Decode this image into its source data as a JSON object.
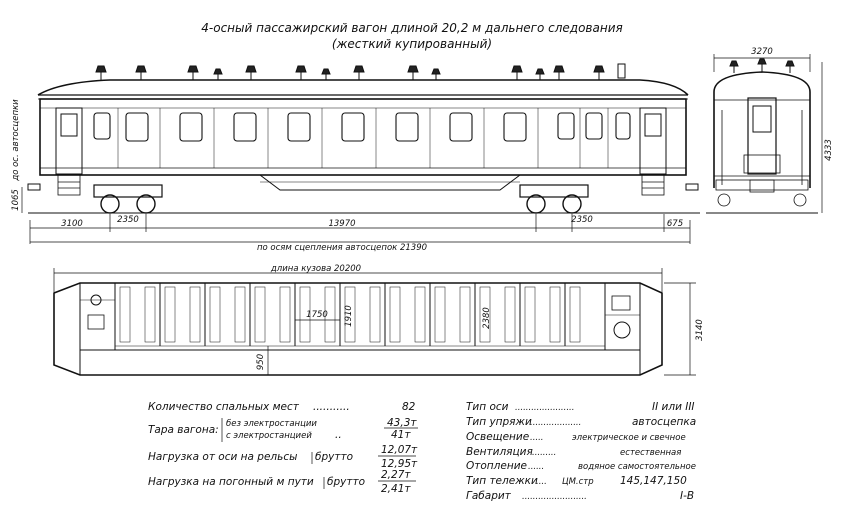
{
  "title": {
    "line1": "4-осный пассажирский вагон длиной 20,2 м дальнего следования",
    "line2": "(жесткий купированный)"
  },
  "side_view": {
    "dims": {
      "height_to_coupler": "1065",
      "coupler_label": "до ос. автосцепки",
      "end_to_bogie": "3100",
      "bogie_base_left": "2350",
      "bogie_centers": "13970",
      "bogie_base_right": "2350",
      "end_overhang": "675",
      "coupling_axes_label": "по осям сцепления автосцепок 21390"
    }
  },
  "end_view": {
    "dims": {
      "width": "3270",
      "height": "4333"
    }
  },
  "plan_view": {
    "dims": {
      "body_length": "длина кузова 20200",
      "compartment_width": "1750",
      "compartment_length": "1910",
      "corridor": "2380",
      "aisle": "950",
      "body_width": "3140"
    }
  },
  "specs_left": [
    {
      "label": "Количество спальных мест",
      "leader": "...........",
      "value": "82"
    },
    {
      "label": "Тара вагона:",
      "sub": "без электростанции",
      "value": "43,3т"
    },
    {
      "sub": "с электростанцией",
      "leader": "..",
      "value": "41т"
    },
    {
      "label": "Нагрузка от оси на рельсы",
      "sub": "брутто",
      "value": "12,07т"
    },
    {
      "value": "12,95т"
    },
    {
      "label": "Нагрузка на погонный м пути",
      "sub": "брутто",
      "value": "2,27т"
    },
    {
      "value": "2,41т"
    }
  ],
  "specs_right": [
    {
      "label": "Тип оси",
      "leader": "......................",
      "value": "II или III"
    },
    {
      "label": "Тип упряжи",
      "leader": "...................",
      "value": "автосцепка"
    },
    {
      "label": "Освещение",
      "leader": ".....",
      "value": "электрическое и свечное"
    },
    {
      "label": "Вентиляция",
      "leader": ".........",
      "value": "естественная"
    },
    {
      "label": "Отопление",
      "leader": "......",
      "value": "водяное самостоятельное"
    },
    {
      "label": "Тип тележки",
      "leader": "....",
      "sub": "ЦМ.стр",
      "value": "145,147,150"
    },
    {
      "label": "Габарит",
      "leader": "........................",
      "value": "I-В"
    }
  ]
}
